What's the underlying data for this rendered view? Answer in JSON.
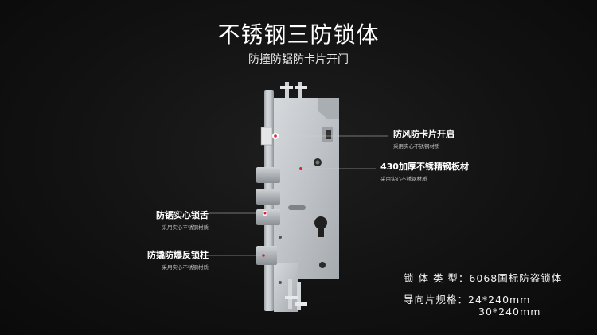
{
  "header": {
    "title": "不锈钢三防锁体",
    "subtitle": "防撞防锯防卡片开门"
  },
  "callouts": [
    {
      "main": "防风防卡片开启",
      "sub": "采用实心不锈钢材质"
    },
    {
      "main": "430加厚不锈精钢板材",
      "sub": "采用实心不锈钢材质"
    },
    {
      "main": "防锯实心锁舌",
      "sub": "采用实心不锈钢材质"
    },
    {
      "main": "防撬防爆反锁柱",
      "sub": "采用实心不锈钢材质"
    }
  ],
  "specs": {
    "type_label": "锁 体 类 型：",
    "type_value": "6068国标防盗锁体",
    "guide_label": "导向片规格：",
    "guide_value_1": "24*240mm",
    "guide_value_2": "30*240mm"
  },
  "colors": {
    "background": "#121212",
    "steel": "#c9ccd0",
    "marker": "#e02030"
  }
}
